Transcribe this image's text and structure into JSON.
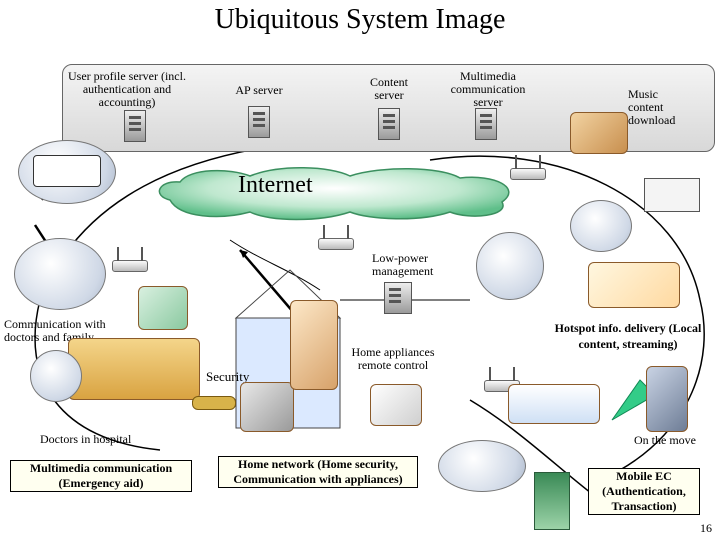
{
  "title": "Ubiquitous System Image",
  "servers": {
    "user_profile": "User profile server (incl. authentication and accounting)",
    "ap": "AP server",
    "content": "Content server",
    "multimedia": "Multimedia communication server"
  },
  "cloud": "Internet",
  "music": "Music content download",
  "low_power": "Low-power management",
  "communication": "Communication with doctors and family",
  "security": "Security",
  "home_appliances": "Home appliances remote control",
  "hotspot": "Hotspot info. delivery (Local content, streaming)",
  "on_the_move": "On the move",
  "doctors_in_hospital": "Doctors in hospital",
  "multimedia_box": "Multimedia communication (Emergency aid)",
  "home_network_box": "Home network (Home security, Communication with appliances)",
  "mobile_ec_box": "Mobile EC (Authentication, Transaction)",
  "page_number": "16"
}
